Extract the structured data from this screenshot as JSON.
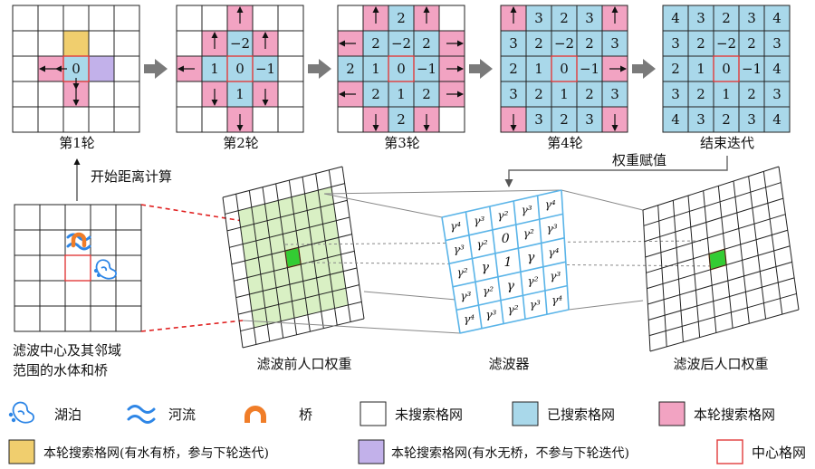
{
  "colors": {
    "searched": "#a9d8ea",
    "current": "#f2a3c2",
    "bridge_blocked": "#f0ce6e",
    "water_no_bridge": "#c2b1ea",
    "center_border": "#e23b3b",
    "filter_area": "#d9f0c4",
    "center_cell": "#33cc33",
    "filter_grid": "#5ab4e8",
    "river_icon": "#2e86e6",
    "bridge_icon": "#f07d28",
    "arrow": "#808080",
    "dashed_red": "#e02020"
  },
  "rounds": [
    {
      "label": "第1轮"
    },
    {
      "label": "第2轮"
    },
    {
      "label": "第3轮"
    },
    {
      "label": "第4轮"
    },
    {
      "label": "结束迭代"
    }
  ],
  "stage_grids": [
    {
      "cells": [
        [
          0,
          0,
          0,
          0,
          0
        ],
        [
          0,
          0,
          3,
          0,
          0
        ],
        [
          0,
          2,
          1,
          4,
          0
        ],
        [
          0,
          0,
          2,
          0,
          0
        ],
        [
          0,
          0,
          0,
          0,
          0
        ]
      ],
      "values": [
        [
          "",
          "",
          "",
          "",
          ""
        ],
        [
          "",
          "",
          "",
          "",
          ""
        ],
        [
          "",
          "",
          "0",
          "",
          ""
        ],
        [
          "",
          "",
          "",
          "",
          ""
        ],
        [
          "",
          "",
          "",
          "",
          ""
        ]
      ]
    },
    {
      "cells": [
        [
          0,
          0,
          2,
          0,
          0
        ],
        [
          0,
          2,
          1,
          2,
          0
        ],
        [
          2,
          1,
          1,
          1,
          0
        ],
        [
          0,
          2,
          1,
          2,
          0
        ],
        [
          0,
          0,
          2,
          0,
          0
        ]
      ],
      "values": [
        [
          "",
          "",
          "",
          "",
          ""
        ],
        [
          "",
          "",
          "−2",
          "",
          ""
        ],
        [
          "",
          "1",
          "0",
          "−1",
          ""
        ],
        [
          "",
          "",
          "1",
          "",
          ""
        ],
        [
          "",
          "",
          "",
          "",
          ""
        ]
      ]
    },
    {
      "cells": [
        [
          0,
          2,
          1,
          2,
          0
        ],
        [
          2,
          1,
          1,
          1,
          2
        ],
        [
          1,
          1,
          1,
          1,
          2
        ],
        [
          2,
          1,
          1,
          1,
          2
        ],
        [
          0,
          2,
          1,
          2,
          0
        ]
      ],
      "values": [
        [
          "",
          "",
          "2",
          "",
          ""
        ],
        [
          "",
          "2",
          "−2",
          "2",
          ""
        ],
        [
          "2",
          "1",
          "0",
          "−1",
          ""
        ],
        [
          "",
          "2",
          "1",
          "2",
          ""
        ],
        [
          "",
          "",
          "2",
          "",
          ""
        ]
      ]
    },
    {
      "cells": [
        [
          2,
          1,
          1,
          1,
          2
        ],
        [
          1,
          1,
          1,
          1,
          1
        ],
        [
          1,
          1,
          1,
          1,
          2
        ],
        [
          1,
          1,
          1,
          1,
          1
        ],
        [
          2,
          1,
          1,
          1,
          2
        ]
      ],
      "values": [
        [
          "",
          "3",
          "2",
          "3",
          ""
        ],
        [
          "3",
          "2",
          "−2",
          "2",
          "3"
        ],
        [
          "2",
          "1",
          "0",
          "−1",
          ""
        ],
        [
          "3",
          "2",
          "1",
          "2",
          "3"
        ],
        [
          "",
          "3",
          "2",
          "3",
          ""
        ]
      ]
    },
    {
      "cells": [
        [
          1,
          1,
          1,
          1,
          1
        ],
        [
          1,
          1,
          1,
          1,
          1
        ],
        [
          1,
          1,
          1,
          1,
          1
        ],
        [
          1,
          1,
          1,
          1,
          1
        ],
        [
          1,
          1,
          1,
          1,
          1
        ]
      ],
      "values": [
        [
          "4",
          "3",
          "2",
          "3",
          "4"
        ],
        [
          "3",
          "2",
          "−2",
          "2",
          "3"
        ],
        [
          "2",
          "1",
          "0",
          "−1",
          "4"
        ],
        [
          "3",
          "2",
          "1",
          "2",
          "3"
        ],
        [
          "4",
          "3",
          "2",
          "3",
          "4"
        ]
      ]
    }
  ],
  "labels": {
    "start_calc": "开始距离计算",
    "weight_assign": "权重赋值",
    "neighborhood_line1": "滤波中心及其邻域",
    "neighborhood_line2": "范围的水体和桥",
    "before_weight": "滤波前人口权重",
    "filter": "滤波器",
    "after_weight": "滤波后人口权重"
  },
  "filter_kernel": [
    [
      "γ⁴",
      "γ³",
      "γ²",
      "γ³",
      "γ⁴"
    ],
    [
      "γ³",
      "γ²",
      "0",
      "γ²",
      "γ³"
    ],
    [
      "γ²",
      "γ",
      "1",
      "γ",
      "γ⁴"
    ],
    [
      "γ³",
      "γ²",
      "γ",
      "γ²",
      "γ³"
    ],
    [
      "γ⁴",
      "γ³",
      "γ²",
      "γ³",
      "γ⁴"
    ]
  ],
  "legend": {
    "lake": "湖泊",
    "river": "河流",
    "bridge": "桥",
    "unsearched": "未搜索格网",
    "searched": "已搜索格网",
    "current": "本轮搜索格网",
    "current_bridge": "本轮搜索格网(有水有桥，参与下轮迭代)",
    "current_nobridge": "本轮搜索格网(有水无桥，不参与下轮迭代)",
    "center": "中心格网"
  }
}
